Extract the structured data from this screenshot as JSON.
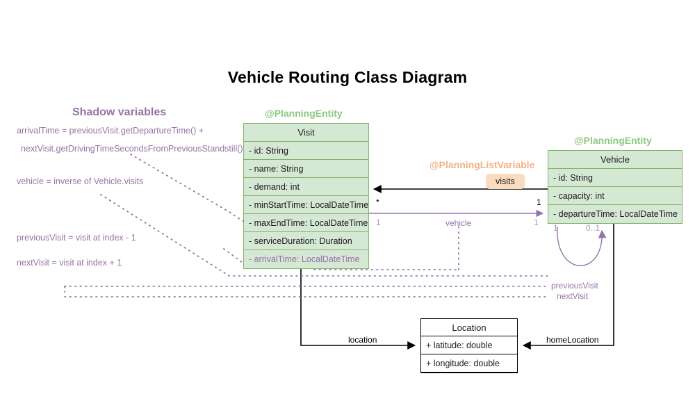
{
  "title": "Vehicle Routing Class Diagram",
  "colors": {
    "entity_fill": "#d5e8d4",
    "entity_border": "#82b366",
    "stereotype_green": "#8dc97f",
    "stereotype_orange": "#f4b183",
    "shadow_purple": "#9673a6",
    "pill_fill": "#fbdcc0",
    "plain_border": "#000000"
  },
  "shadow_section": {
    "heading": "Shadow variables",
    "notes": [
      "arrivalTime = previousVisit.getDepartureTime() +",
      "nextVisit.getDrivingTimeSecondsFromPreviousStandstill()",
      "vehicle = inverse of Vehicle.visits",
      "previousVisit = visit at index - 1",
      "nextVisit = visit at index + 1"
    ]
  },
  "classes": {
    "visit": {
      "stereotype": "@PlanningEntity",
      "name": "Visit",
      "attributes": [
        "- id: String",
        "- name: String",
        "- demand: int",
        "- minStartTime: LocalDateTime",
        "- maxEndTime: LocalDateTime",
        "- serviceDuration: Duration"
      ],
      "shadow_attributes": [
        "- arrivalTime: LocalDateTime"
      ]
    },
    "vehicle": {
      "stereotype": "@PlanningEntity",
      "name": "Vehicle",
      "attributes": [
        "- id: String",
        "- capacity: int",
        "- departureTime: LocalDateTime"
      ]
    },
    "location": {
      "name": "Location",
      "attributes": [
        "+ latitude: double",
        "+ longitude: double"
      ]
    }
  },
  "associations": {
    "visits": {
      "stereotype": "@PlanningListVariable",
      "label": "visits",
      "source_multiplicity": "1",
      "target_multiplicity": "*"
    },
    "vehicle": {
      "label": "vehicle",
      "source_multiplicity": "1",
      "target_multiplicity": "1"
    },
    "location": {
      "label": "location"
    },
    "home_location": {
      "label": "homeLocation"
    },
    "previous_visit": {
      "label": "previousVisit"
    },
    "next_visit": {
      "label": "nextVisit"
    },
    "self_loop": {
      "source_multiplicity": "1",
      "target_multiplicity": "0..1"
    }
  }
}
